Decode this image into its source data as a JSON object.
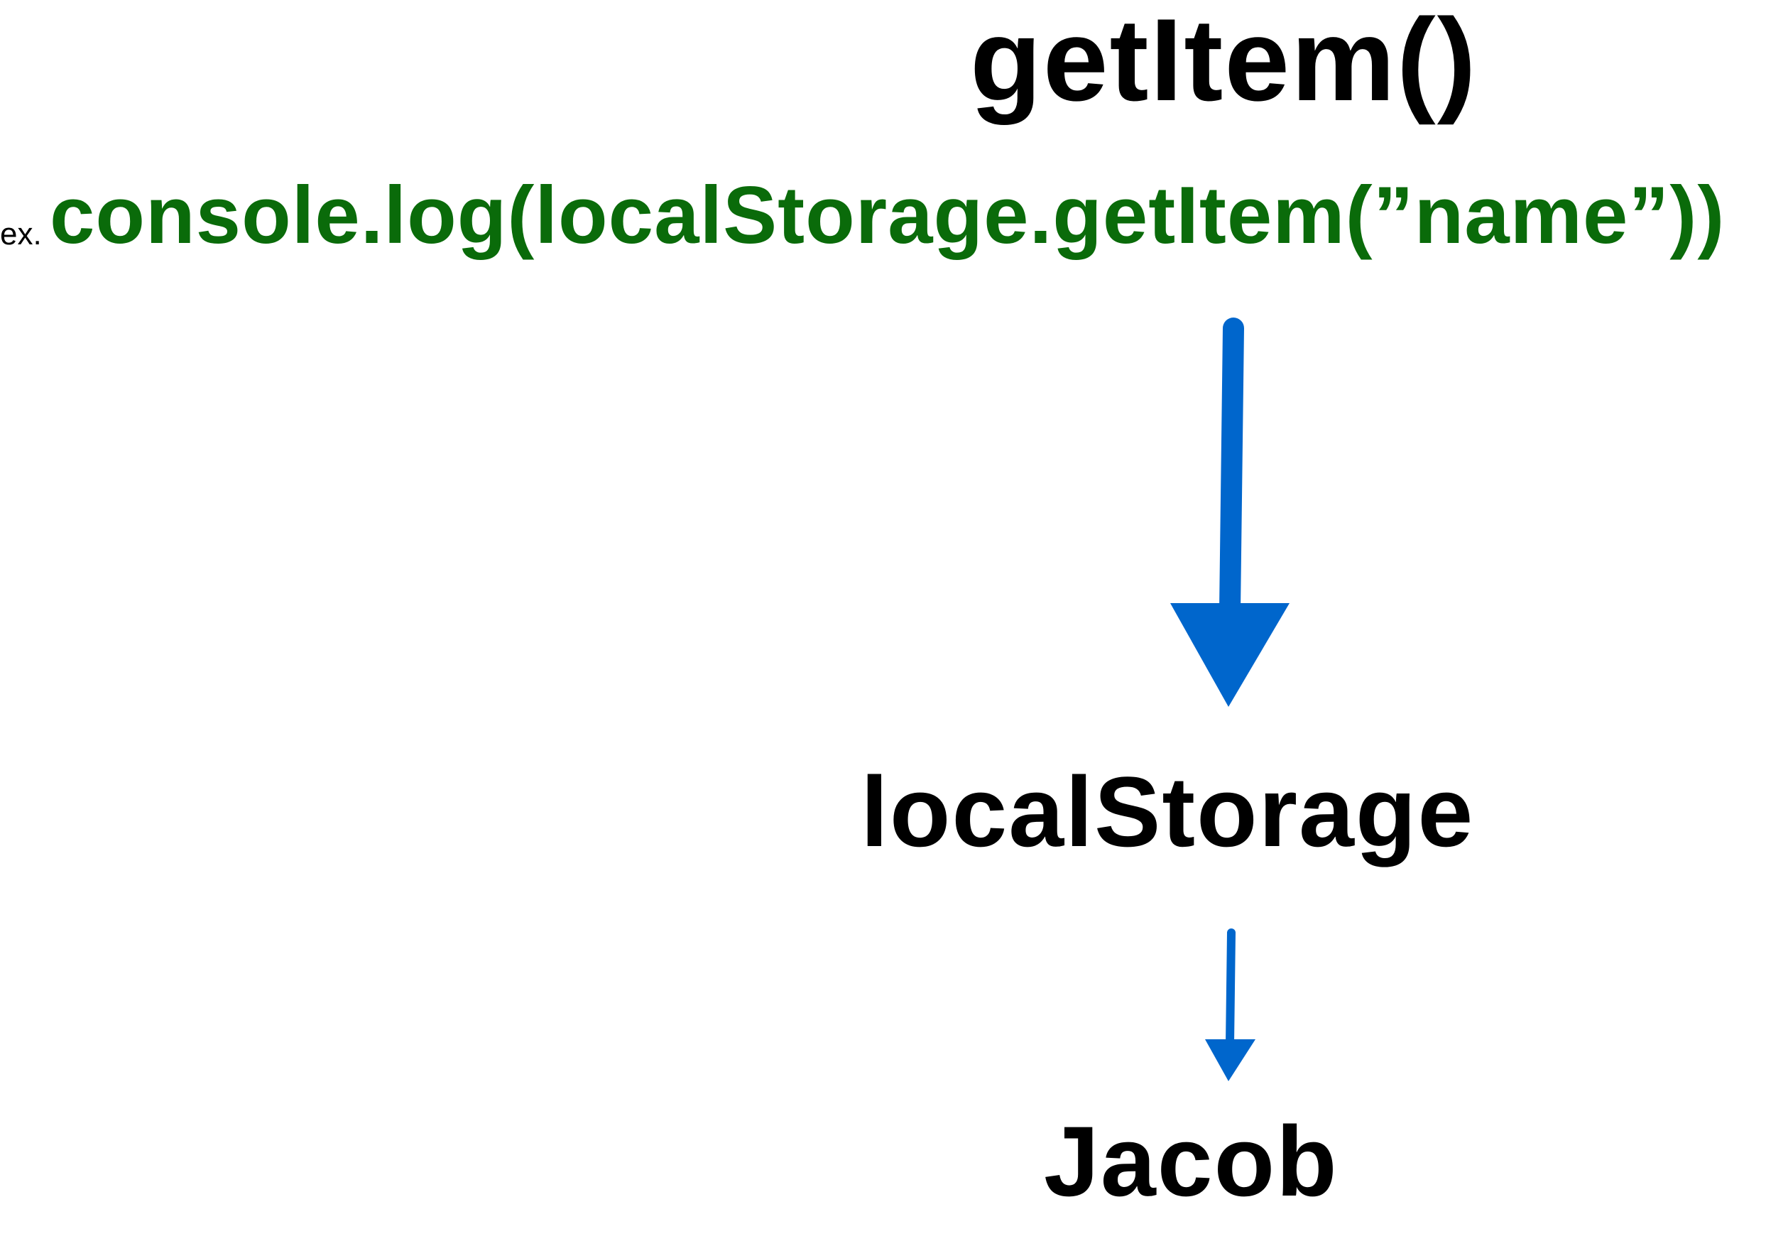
{
  "title": "getItem()",
  "example": {
    "prefix": "ex.",
    "code": "console.log(localStorage.getItem(”name”))"
  },
  "storage_label": "localStorage",
  "value_label": "Jacob",
  "colors": {
    "arrow": "#0066CC",
    "code": "#0A6B0A",
    "text": "#000000"
  }
}
